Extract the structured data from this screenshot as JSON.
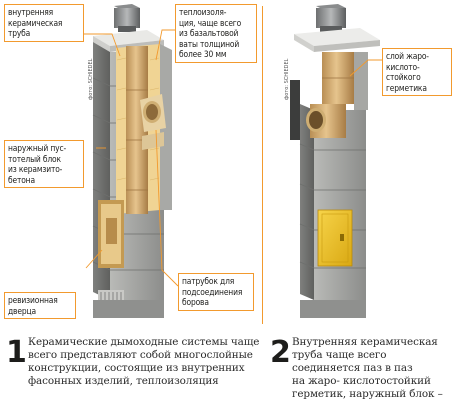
{
  "figure1": {
    "labels": {
      "inner_pipe": "внутренняя\nкерамическая\nтруба",
      "insulation": "теплоизоля-\nция, чаще всего\nиз базальтовой\nваты толщиной\nболее 30 мм",
      "outer_block": "наружный пус-\nтотелый блок\nиз керамзито-\nбетона",
      "inspection_door": "ревизионная\nдверца",
      "flue_connector": "патрубок для\nподсоединения\nборова"
    },
    "photo_credit": "фото: SCHIEDEL",
    "caption_number": "1",
    "caption_text": "Керамические дымоходные системы чаще\nвсего представляют собой многослойные\nконструкции, состоящие из внутренних\nфасонных изделий, теплоизоляция"
  },
  "figure2": {
    "labels": {
      "sealant_layer": "слой жаро-\nкислото-\nстойкого\nгерметика"
    },
    "photo_credit": "фото: SCHIEDEL",
    "caption_number": "2",
    "caption_text": "Внутренняя керамическая\nтруба чаще всего\nсоединяется паз в паз\nна жаро- кислотостойкий\nгерметик, наружный блок –"
  },
  "colors": {
    "callout_border": "#f29a2e",
    "block_gray": "#9b9c9a",
    "ceramic": "#d9b37a",
    "insulation": "#e7c985",
    "door_yellow": "#f2c21b"
  }
}
